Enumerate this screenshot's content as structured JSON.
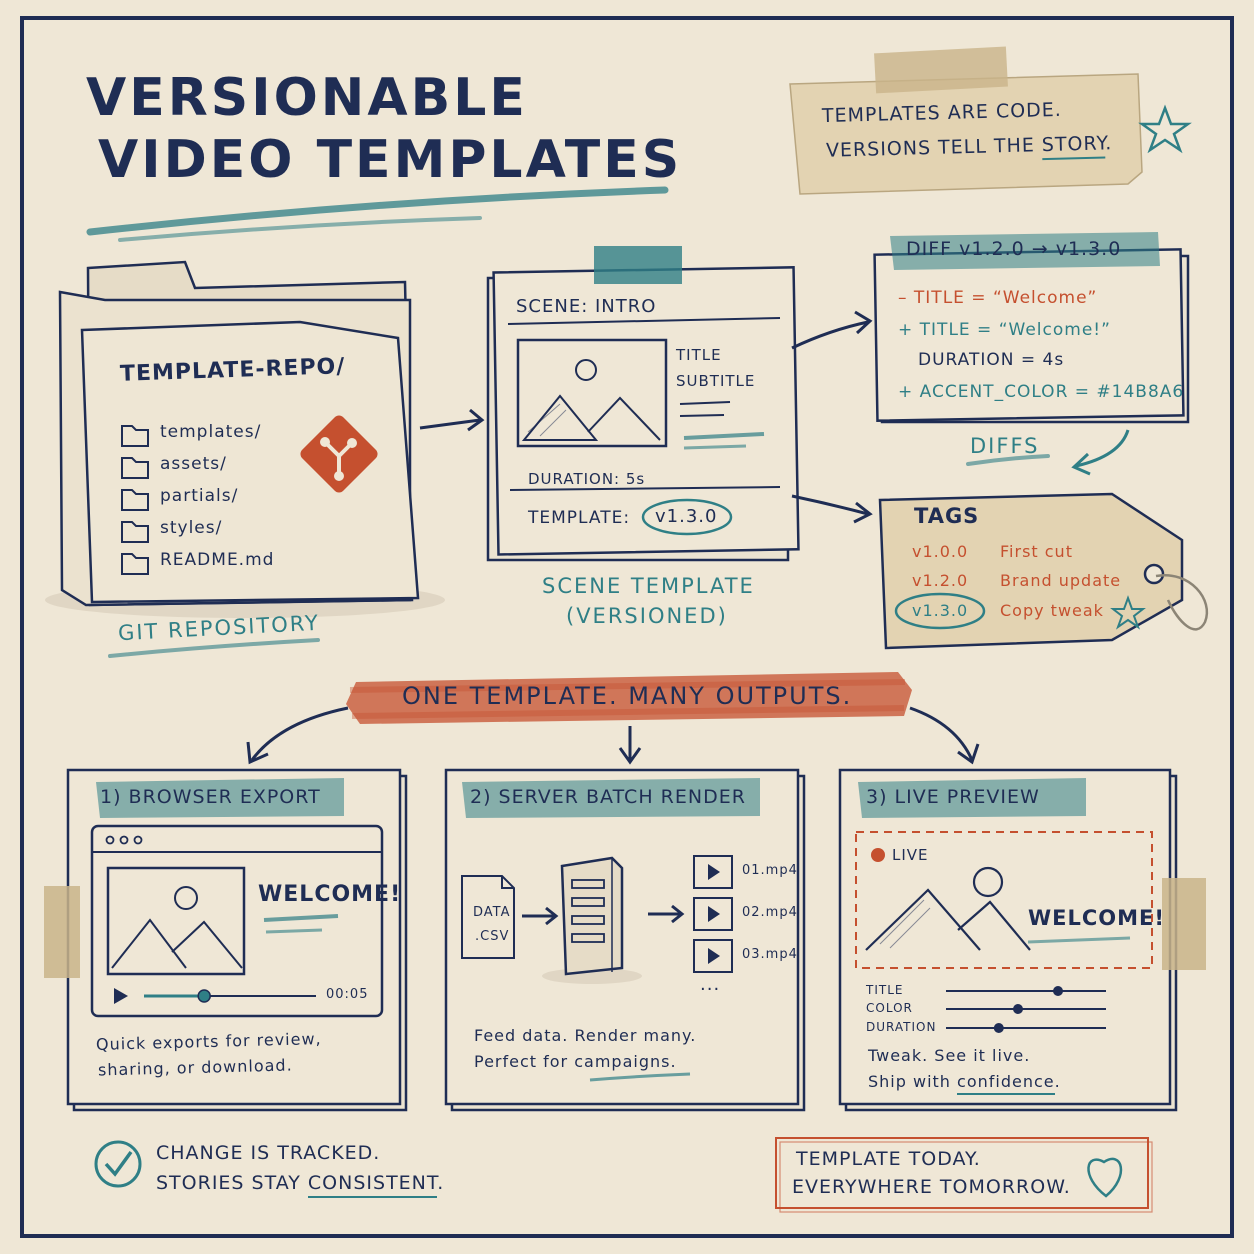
{
  "title": {
    "line1": "VERSIONABLE",
    "line2": "VIDEO TEMPLATES"
  },
  "note": {
    "line1": "TEMPLATES ARE CODE.",
    "line2_prefix": "VERSIONS TELL THE ",
    "line2_emphasis": "STORY",
    "line2_suffix": "."
  },
  "repo": {
    "name": "TEMPLATE-REPO/",
    "files": [
      "templates/",
      "assets/",
      "partials/",
      "styles/",
      "README.md"
    ],
    "caption": "GIT REPOSITORY"
  },
  "scene_card": {
    "scene_label": "SCENE: INTRO",
    "title_label": "TITLE",
    "subtitle_label": "SUBTITLE",
    "duration": "DURATION: 5s",
    "template_label": "TEMPLATE:",
    "version": "v1.3.0",
    "caption_line1": "SCENE TEMPLATE",
    "caption_line2": "(VERSIONED)"
  },
  "diff": {
    "header": "DIFF  v1.2.0 → v1.3.0",
    "lines": [
      {
        "mark": "–",
        "text": "TITLE = “Welcome”",
        "kind": "removed"
      },
      {
        "mark": "+",
        "text": "TITLE = “Welcome!”",
        "kind": "added"
      },
      {
        "mark": "",
        "text": "DURATION = 4s",
        "kind": "unchanged"
      },
      {
        "mark": "+",
        "text": "ACCENT_COLOR = #14B8A6",
        "kind": "added"
      }
    ],
    "caption": "DIFFS"
  },
  "tags": {
    "header": "TAGS",
    "items": [
      {
        "version": "v1.0.0",
        "label": "First cut"
      },
      {
        "version": "v1.2.0",
        "label": "Brand update"
      },
      {
        "version": "v1.3.0",
        "label": "Copy tweak"
      }
    ]
  },
  "banner": "ONE TEMPLATE. MANY OUTPUTS.",
  "panels": {
    "browser": {
      "title": "1) BROWSER EXPORT",
      "welcome": "WELCOME!",
      "time": "00:05",
      "progress": 0.35,
      "desc_line1": "Quick exports for review,",
      "desc_line2": "sharing, or download."
    },
    "server": {
      "title": "2) SERVER BATCH RENDER",
      "data_file_line1": "DATA",
      "data_file_line2": ".CSV",
      "outputs": [
        "01.mp4",
        "02.mp4",
        "03.mp4"
      ],
      "more": "...",
      "desc_line1": "Feed data. Render many.",
      "desc_line2_prefix": "Perfect for ",
      "desc_line2_emphasis": "campaigns",
      "desc_line2_suffix": "."
    },
    "live": {
      "title": "3) LIVE PREVIEW",
      "live_label": "LIVE",
      "welcome": "WELCOME!",
      "sliders": [
        {
          "label": "TITLE",
          "value": 0.7
        },
        {
          "label": "COLOR",
          "value": 0.45
        },
        {
          "label": "DURATION",
          "value": 0.33
        }
      ],
      "desc_line1": "Tweak. See it live.",
      "desc_line2_prefix": "Ship with ",
      "desc_line2_emphasis": "confidence",
      "desc_line2_suffix": "."
    }
  },
  "footer": {
    "left_line1": "CHANGE IS TRACKED.",
    "left_line2_prefix": "STORIES STAY ",
    "left_line2_emphasis": "CONSISTENT",
    "left_line2_suffix": ".",
    "right_line1": "TEMPLATE TODAY.",
    "right_line2": "EVERYWHERE TOMORROW."
  },
  "colors": {
    "navy": "#1f2d54",
    "teal": "#2f7f86",
    "rust": "#c5502f",
    "paper": "#efe7d6",
    "kraft": "#e3d3b2"
  }
}
